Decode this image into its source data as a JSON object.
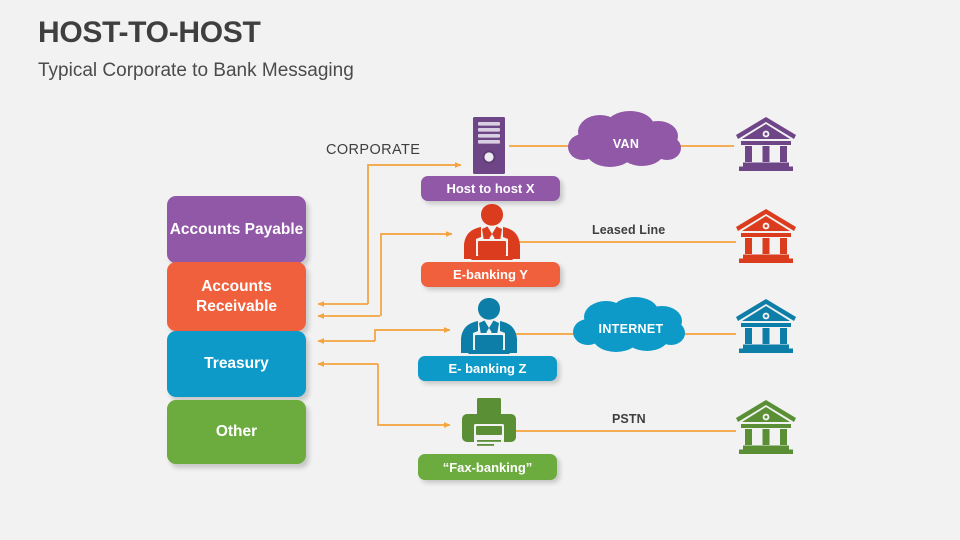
{
  "header": {
    "title": "HOST-TO-HOST",
    "subtitle": "Typical Corporate to Bank Messaging"
  },
  "diagram": {
    "corporate_label": "CORPORATE",
    "categories": [
      {
        "label": "Accounts Payable",
        "color": "#9158a8"
      },
      {
        "label": "Accounts Receivable",
        "color": "#f0603c"
      },
      {
        "label": "Treasury",
        "color": "#0d9ac9"
      },
      {
        "label": "Other",
        "color": "#6cab3e"
      }
    ],
    "channels": [
      {
        "caption": "Host to host X",
        "device_icon": "server-tower-icon",
        "network": "VAN",
        "network_kind": "cloud",
        "bank_icon": "bank-building-icon",
        "color": "#9158a8"
      },
      {
        "caption": "E-banking Y",
        "device_icon": "person-at-laptop-icon",
        "network": "Leased Line",
        "network_kind": "text",
        "bank_icon": "bank-building-icon",
        "color": "#dc3c1e"
      },
      {
        "caption": "E- banking Z",
        "device_icon": "person-at-laptop-icon",
        "network": "INTERNET",
        "network_kind": "cloud",
        "bank_icon": "bank-building-icon",
        "color": "#0d7ea8"
      },
      {
        "caption": "“Fax-banking”",
        "device_icon": "fax-printer-icon",
        "network": "PSTN",
        "network_kind": "text",
        "bank_icon": "bank-building-icon",
        "color": "#5a8f36"
      }
    ],
    "connector_color": "#f5a33c"
  }
}
